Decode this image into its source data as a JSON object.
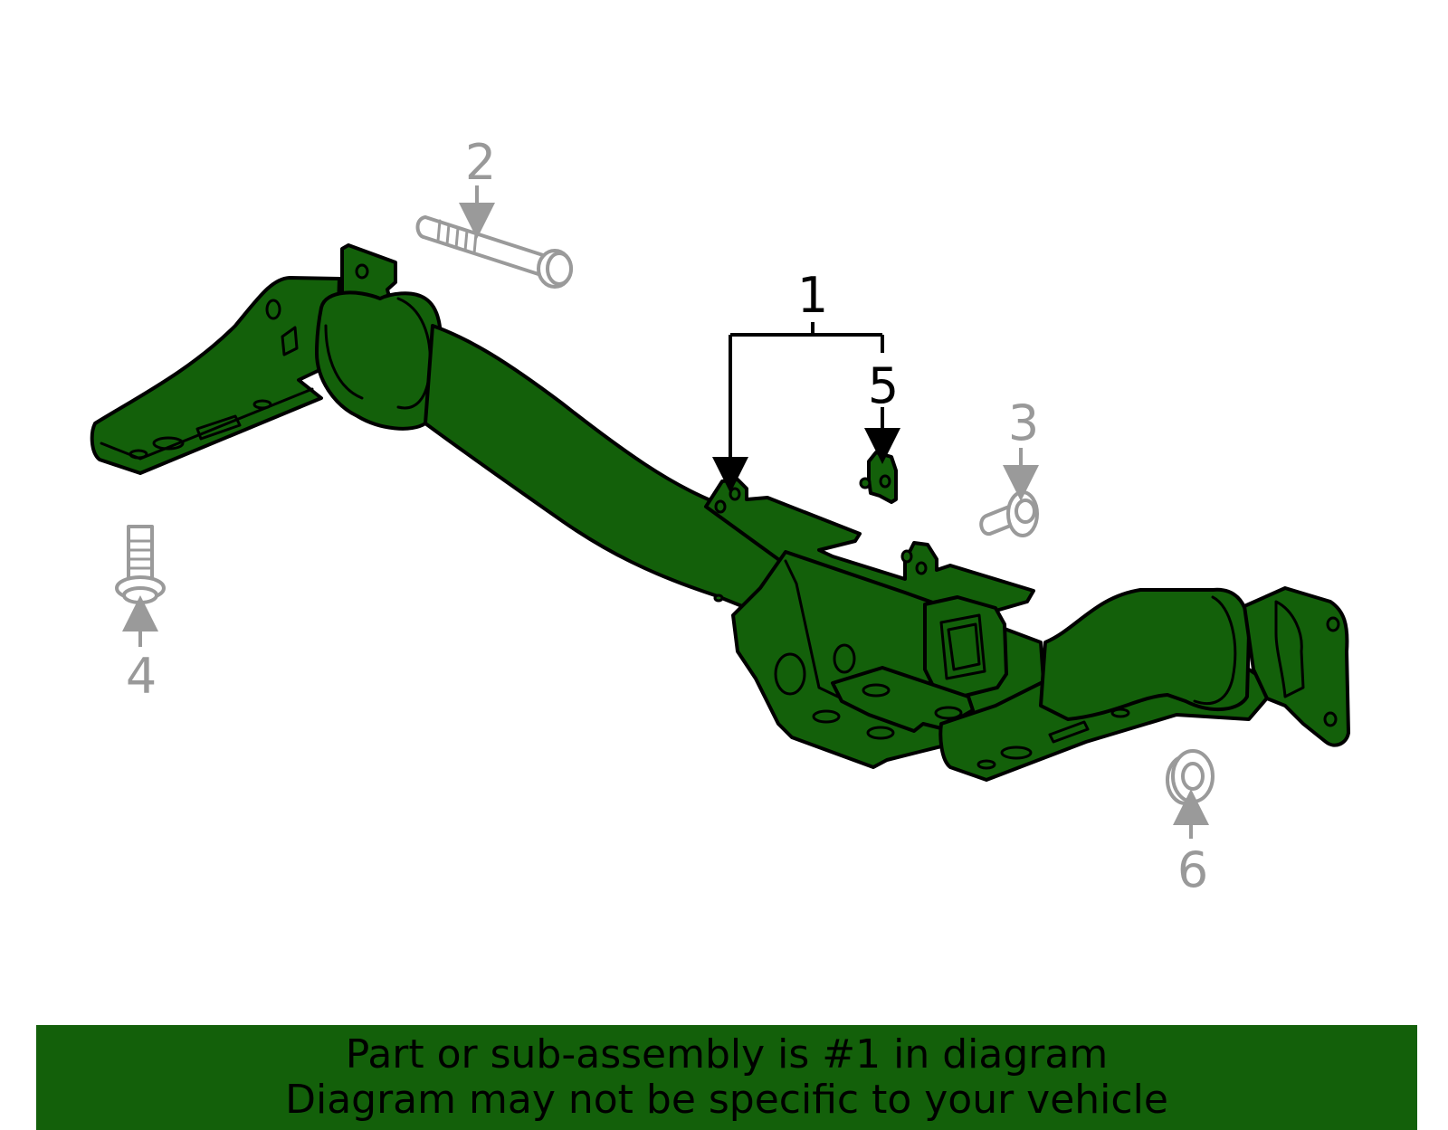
{
  "callouts": {
    "part_1": "1",
    "part_2": "2",
    "part_3": "3",
    "part_4": "4",
    "part_5": "5",
    "part_6": "6"
  },
  "colors": {
    "highlight": "#13600a",
    "hardware": "#9a9a9a",
    "outline": "#000000",
    "background": "#ffffff"
  },
  "footer": {
    "line_1": "Part or sub-assembly is #1 in diagram",
    "line_2": "Diagram may not be specific to your vehicle"
  }
}
